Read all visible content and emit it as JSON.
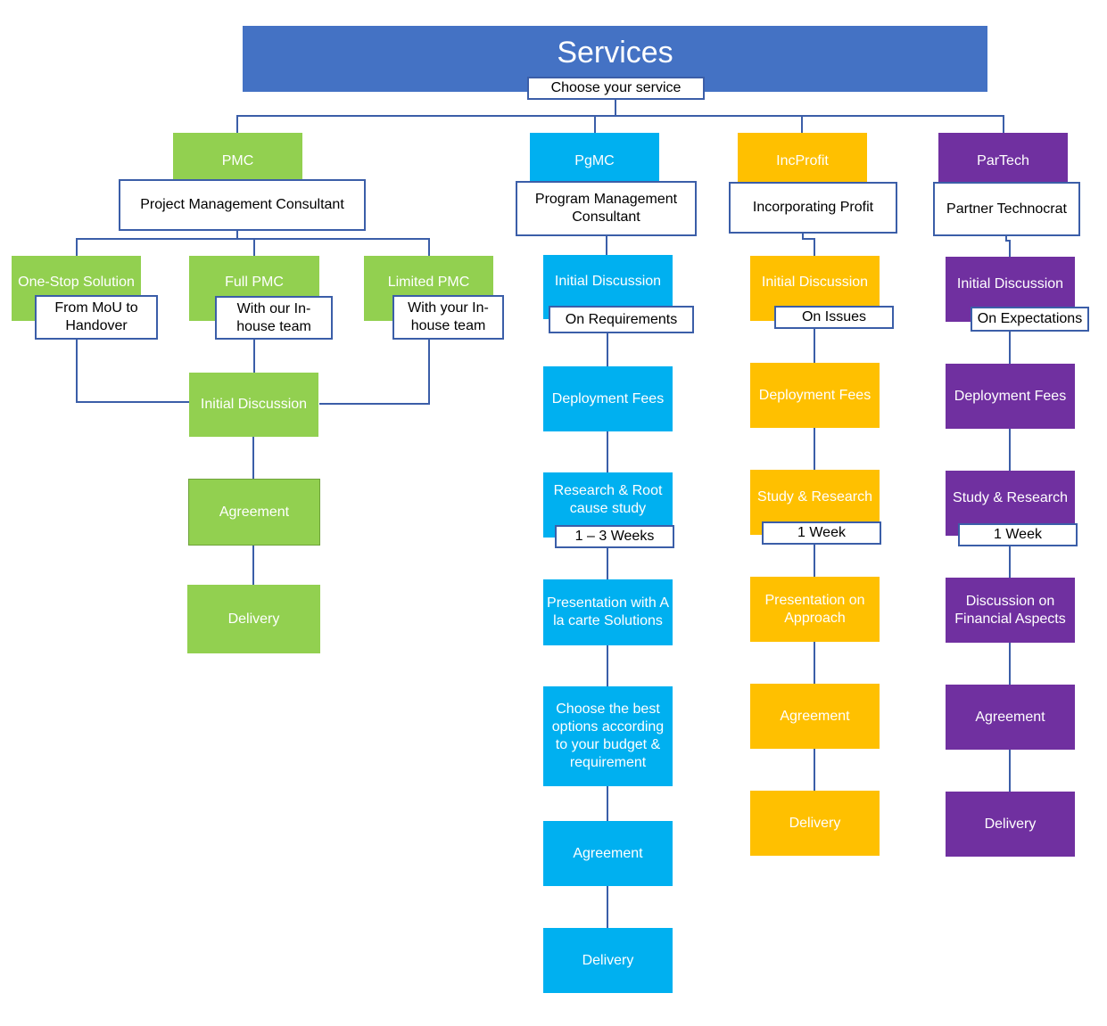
{
  "header": {
    "title": "Services",
    "subtitle": "Choose your service"
  },
  "colors": {
    "header": "#4472c4",
    "pmc": "#92d050",
    "pgmc": "#00b0f0",
    "incprofit": "#ffc000",
    "partech": "#7030a0",
    "connector": "#3b5ea8"
  },
  "pmc": {
    "name": "PMC",
    "full_name": "Project Management Consultant",
    "options": [
      {
        "title": "One-Stop Solution",
        "note": "From MoU to Handover"
      },
      {
        "title": "Full PMC",
        "note": "With our In-house team"
      },
      {
        "title": "Limited PMC",
        "note": "With your In-house team"
      }
    ],
    "steps": [
      "Initial Discussion",
      "Agreement",
      "Delivery"
    ]
  },
  "pgmc": {
    "name": "PgMC",
    "full_name": "Program Management Consultant",
    "steps": [
      "Initial Discussion",
      "Deployment Fees",
      "Research & Root cause study",
      "Presentation with A la carte Solutions",
      "Choose the best options according to your budget & requirement",
      "Agreement",
      "Delivery"
    ],
    "notes": {
      "initial": "On Requirements",
      "research": "1 – 3 Weeks"
    }
  },
  "incprofit": {
    "name": "IncProfit",
    "full_name": "Incorporating Profit",
    "steps": [
      "Initial Discussion",
      "Deployment Fees",
      "Study & Research",
      "Presentation on Approach",
      "Agreement",
      "Delivery"
    ],
    "notes": {
      "initial": "On Issues",
      "research": "1 Week"
    }
  },
  "partech": {
    "name": "ParTech",
    "full_name": "Partner Technocrat",
    "steps": [
      "Initial Discussion",
      "Deployment Fees",
      "Study & Research",
      "Discussion on Financial Aspects",
      "Agreement",
      "Delivery"
    ],
    "notes": {
      "initial": "On Expectations",
      "research": "1 Week"
    }
  }
}
